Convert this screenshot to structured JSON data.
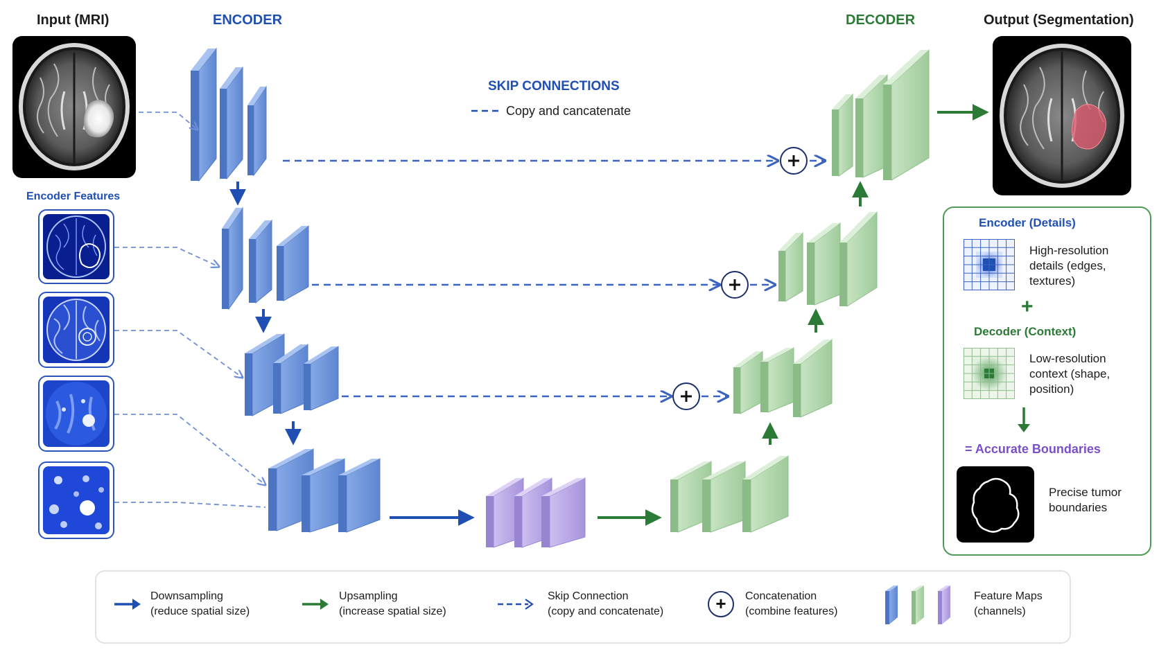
{
  "headers": {
    "input": "Input (MRI)",
    "encoder": "ENCODER",
    "decoder": "DECODER",
    "output": "Output (Segmentation)"
  },
  "skip": {
    "title": "SKIP CONNECTIONS",
    "subtitle": "Copy and cancatenate"
  },
  "encoder_features": {
    "title": "Encoder Features"
  },
  "panel": {
    "encoder_title": "Encoder (Details)",
    "encoder_desc": [
      "High-resolution",
      "details (edges,",
      "textures)"
    ],
    "plus": "+",
    "decoder_title": "Decoder (Context)",
    "decoder_desc": [
      "Low-resolution",
      "context (shape,",
      "position)"
    ],
    "result": "= Accurate Boundaries",
    "result_desc": [
      "Precise tumor",
      "boundaries"
    ]
  },
  "legend": {
    "items": [
      {
        "line1": "Downsampling",
        "line2": "(reduce spatial size)"
      },
      {
        "line1": "Upsampling",
        "line2": "(increase spatial size)"
      },
      {
        "line1": "Skip Connection",
        "line2": "(copy and concatenate)"
      },
      {
        "line1": "Concatenation",
        "line2": "(combine features)"
      },
      {
        "line1": "Feature Maps",
        "line2": "(channels)"
      }
    ],
    "plus": "+"
  },
  "colors": {
    "encoder_blue": "#6f97dc",
    "decoder_green": "#a9d2a6",
    "bottleneck_purple": "#b5a3e0",
    "arrow_blue": "#1f4fb3",
    "arrow_green": "#2b7a35",
    "panel_border": "#4f9a56"
  },
  "icons": [
    "down-arrow-icon",
    "up-arrow-icon",
    "right-arrow-icon",
    "plus-circle-icon",
    "dashed-arrow-icon"
  ]
}
